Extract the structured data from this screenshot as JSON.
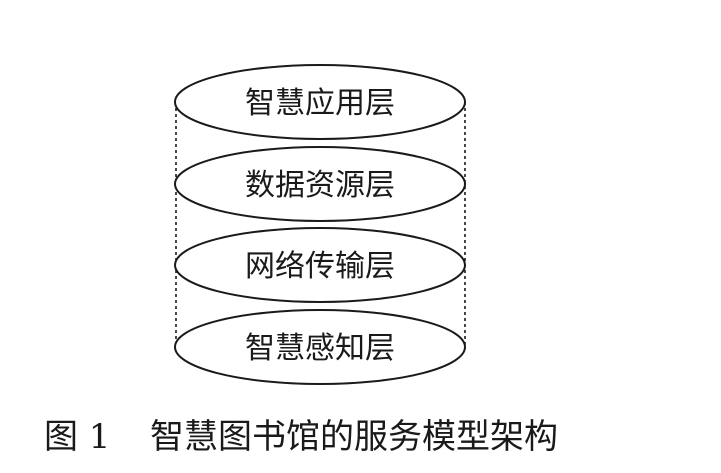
{
  "diagram": {
    "layers": [
      {
        "label": "智慧应用层"
      },
      {
        "label": "数据资源层"
      },
      {
        "label": "网络传输层"
      },
      {
        "label": "智慧感知层"
      }
    ],
    "caption": {
      "number": "图 1",
      "title": "智慧图书馆的服务模型架构"
    }
  }
}
